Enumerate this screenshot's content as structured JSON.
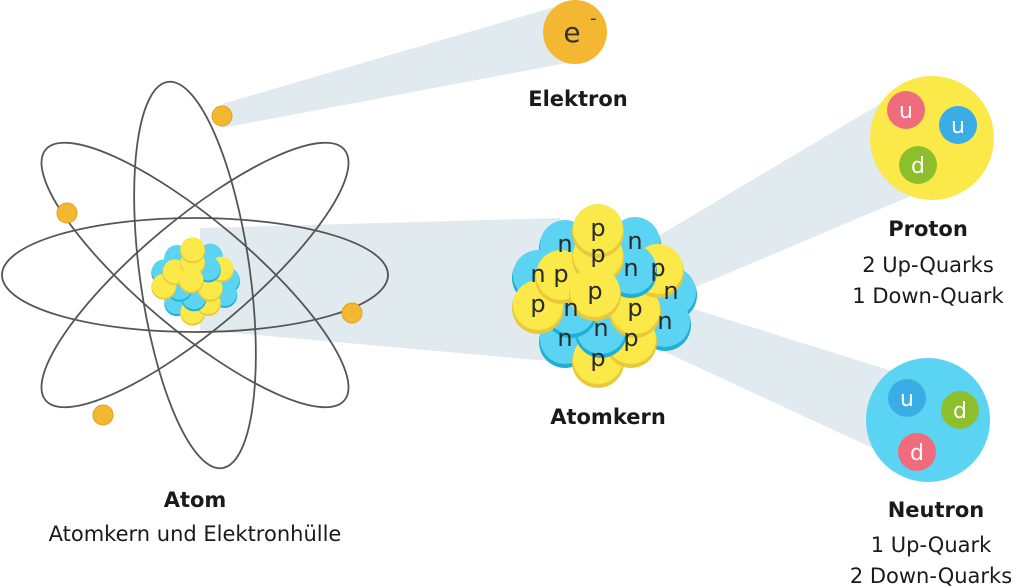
{
  "labels": {
    "electron": "Elektron",
    "electron_symbol": "e",
    "electron_charge": "-",
    "nucleus": "Atomkern",
    "atom_title": "Atom",
    "atom_subtitle": "Atomkern und Elektronhülle",
    "proton_title": "Proton",
    "proton_line1": "2 Up-Quarks",
    "proton_line2": "1 Down-Quark",
    "neutron_title": "Neutron",
    "neutron_line1": "1 Up-Quark",
    "neutron_line2": "2 Down-Quarks"
  },
  "proton_quarks": [
    "u",
    "u",
    "d"
  ],
  "neutron_quarks": [
    "u",
    "d",
    "d"
  ],
  "nucleus_particles": [
    "n",
    "n",
    "n",
    "n",
    "n",
    "n",
    "p",
    "p",
    "n",
    "n",
    "p",
    "p",
    "p",
    "n",
    "p",
    "p",
    "p",
    "p"
  ],
  "colors": {
    "electron": "#f4b731",
    "proton": "#fbe94a",
    "neutron": "#5ad4f2",
    "up_red": "#f06b7c",
    "up_blue": "#3aade6",
    "down_green": "#8cbf2b",
    "beam": "#e1eaee",
    "orbit": "#555555"
  }
}
